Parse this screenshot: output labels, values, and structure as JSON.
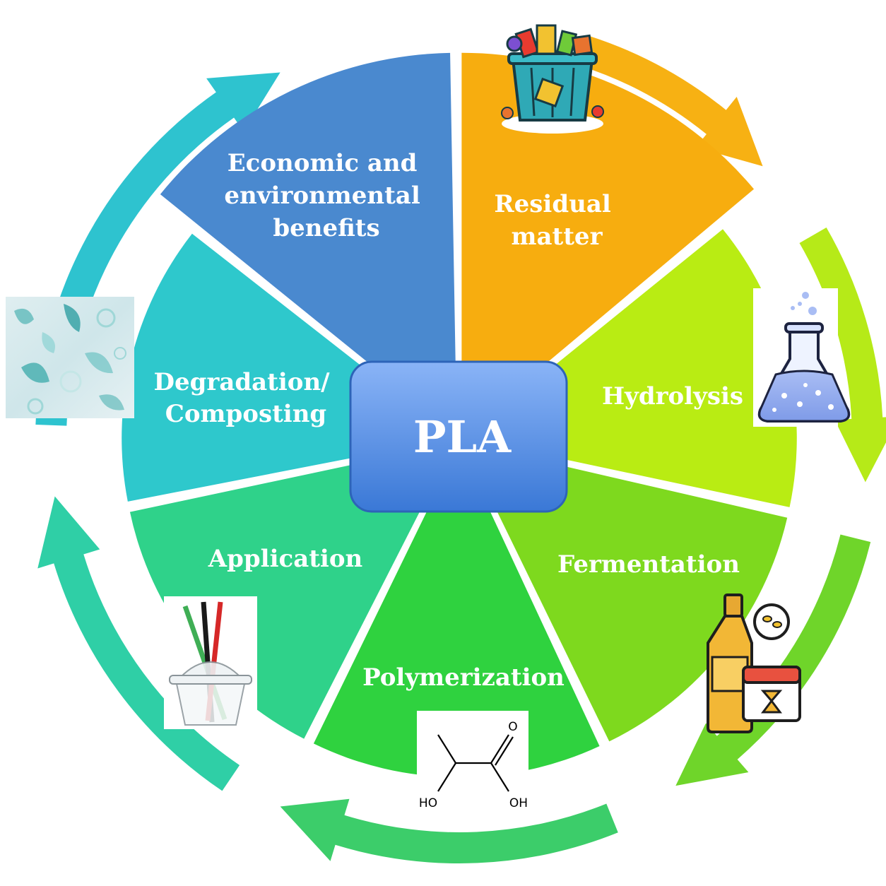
{
  "diagram": {
    "center": {
      "label": "PLA"
    },
    "stages": [
      {
        "id": "residual",
        "lines": [
          "Residual",
          "matter"
        ],
        "color": "#f7ad0f",
        "icon": "trash-can-icon"
      },
      {
        "id": "hydrolysis",
        "lines": [
          "Hydrolysis"
        ],
        "color": "#b9ec13",
        "icon": "flask-icon"
      },
      {
        "id": "fermentation",
        "lines": [
          "Fermentation"
        ],
        "color": "#7ed91e",
        "icon": "bottle-calendar-icon"
      },
      {
        "id": "polymerization",
        "lines": [
          "Polymerization"
        ],
        "color": "#2fd23f",
        "icon": "lactic-acid-structure"
      },
      {
        "id": "application",
        "lines": [
          "Application"
        ],
        "color": "#2fd28a",
        "icon": "plastic-cup-straws-icon"
      },
      {
        "id": "degradation",
        "lines": [
          "Degradation/",
          "Composting"
        ],
        "color": "#2ec8cc",
        "icon": "degraded-plastic-photo"
      },
      {
        "id": "benefits",
        "lines": [
          "Economic and",
          "environmental",
          "benefits"
        ],
        "color": "#4a89cf",
        "icon": ""
      }
    ],
    "chemistry": {
      "labels": [
        "O",
        "HO",
        "OH"
      ]
    },
    "colors": {
      "arrow_orange": "#f7b113",
      "arrow_lime": "#b6ea18",
      "arrow_green": "#6fd52a",
      "arrow_mint": "#3ccd6a",
      "arrow_teal": "#2fcfa6",
      "arrow_cyan": "#2ec3cf",
      "center_top": "#8ab4f7",
      "center_bottom": "#3a78d6"
    }
  }
}
